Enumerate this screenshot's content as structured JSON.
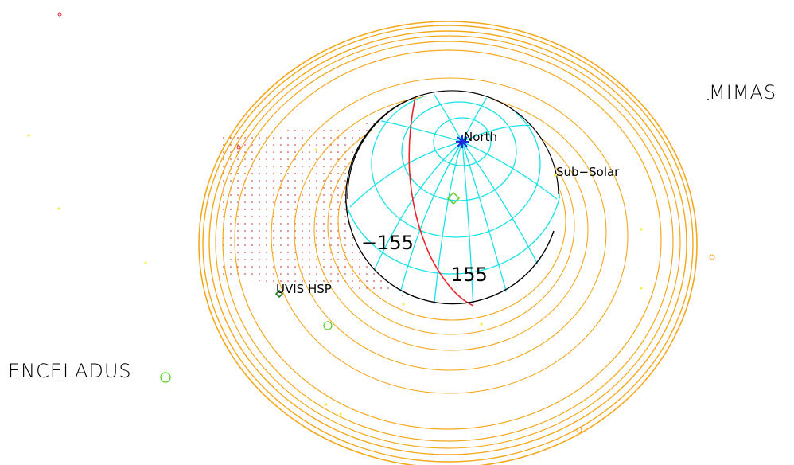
{
  "labels": {
    "mimas": "MIMAS",
    "enceladus": "ENCELADUS",
    "north": "North",
    "sub_solar": "Sub−Solar",
    "uvis_hsp": "UVIS HSP",
    "lon_minus": "−155",
    "lon_plus": "155"
  },
  "colors": {
    "rings": "#f4a81c",
    "grid": "#17e3e8",
    "terminator": "#e8262a",
    "limb": "#000000",
    "marker": "#5cd02c",
    "north_pole": "#1a2be0",
    "background_stars_yellow": "#f3ee45",
    "background_stars_red": "#e8262a",
    "night_dots": "#d01a1a"
  },
  "icons": {
    "north_pole": "star-cross-icon",
    "sub_solar_marker": "diamond-icon",
    "uvis_marker": "diamond-icon",
    "moon_marker": "circle-icon"
  }
}
